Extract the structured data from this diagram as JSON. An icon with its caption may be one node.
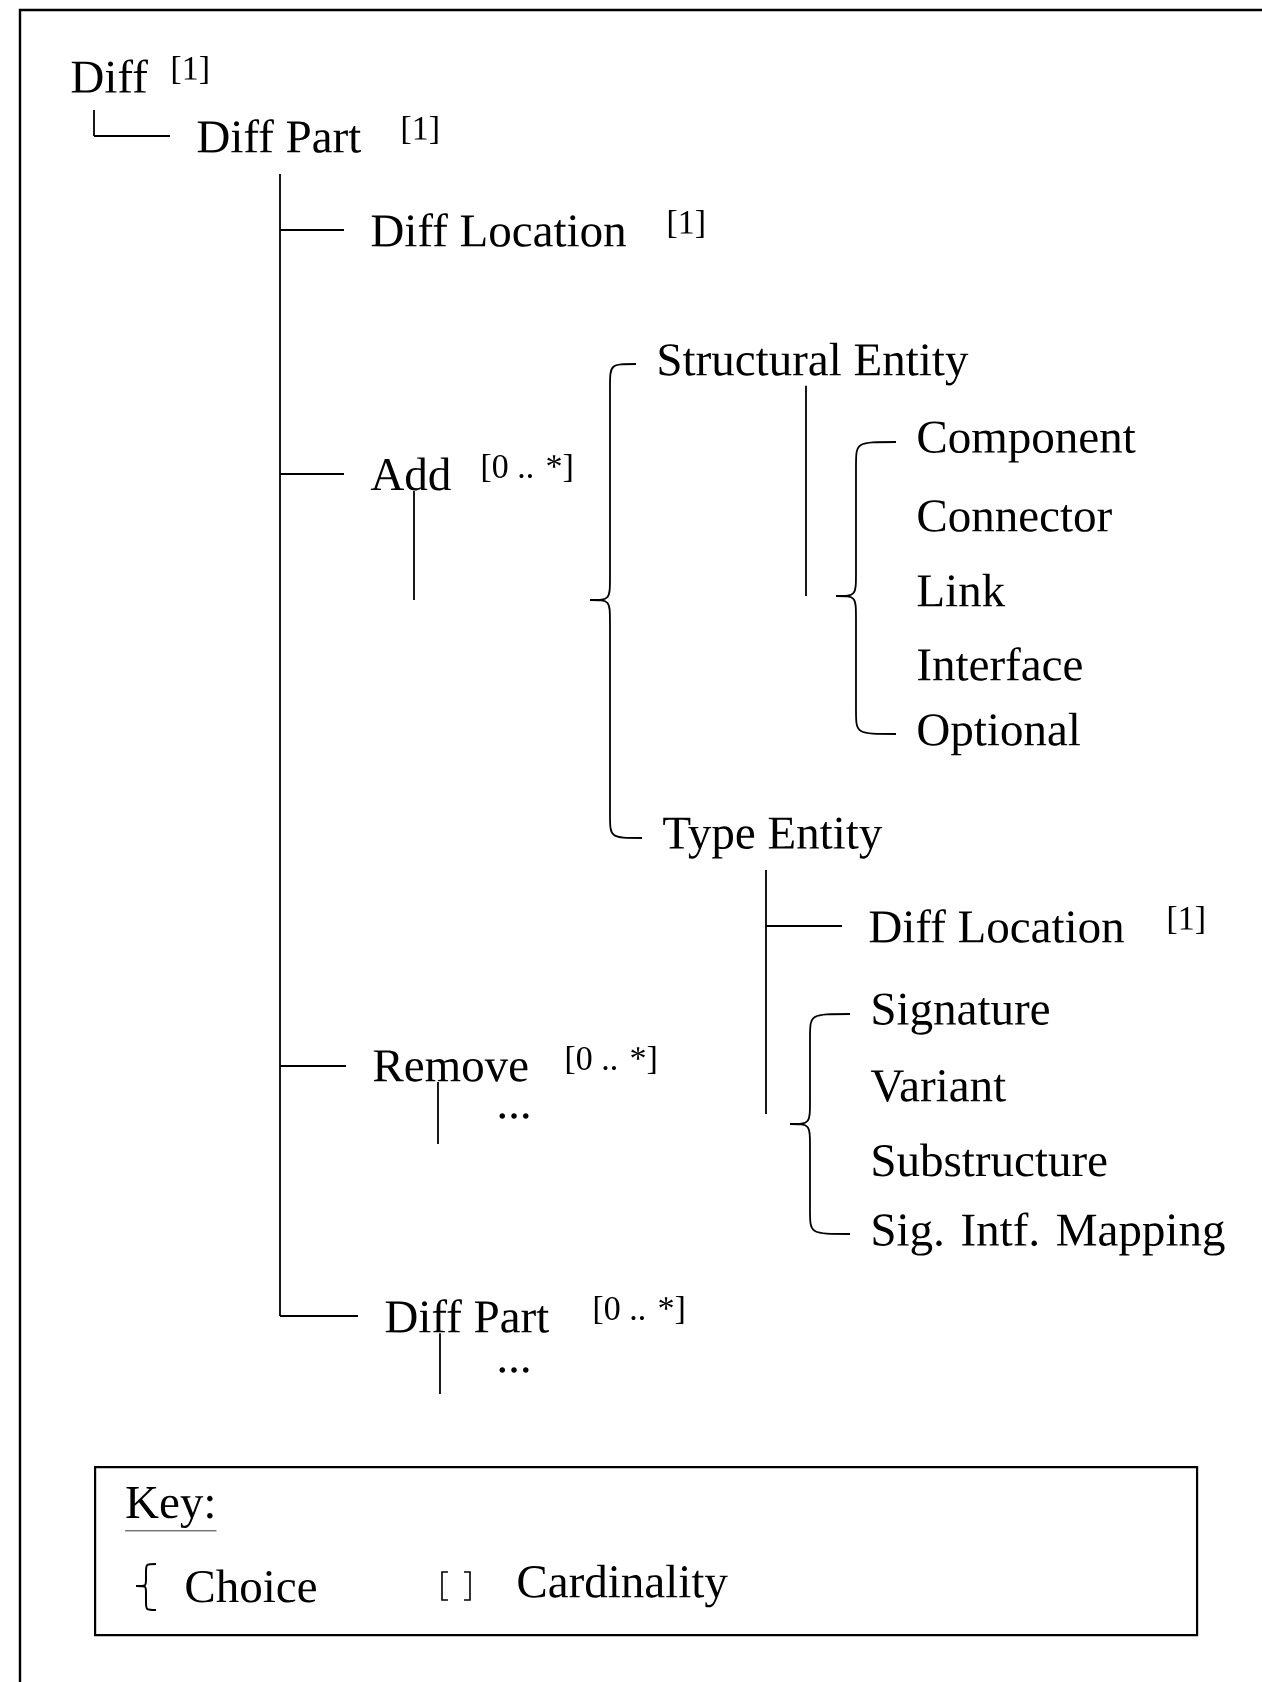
{
  "diagram": {
    "nodes": [
      {
        "text": [
          "Diff"
        ],
        "beside": [
          "[1]"
        ]
      },
      {
        "text": [
          "Diff Part"
        ],
        "beside": [
          "[1]"
        ]
      },
      {
        "text": [
          "Diff Location"
        ],
        "beside": [
          "[1]"
        ]
      },
      {
        "text": [
          "Add"
        ],
        "beside": [
          "[0 .. *]"
        ]
      },
      {
        "text": [
          "Structural Entity"
        ]
      },
      {
        "text": [
          "Component"
        ]
      },
      {
        "text": [
          "Connector"
        ]
      },
      {
        "text": [
          "Link"
        ]
      },
      {
        "text": [
          "Interface"
        ]
      },
      {
        "text": [
          "Optional"
        ]
      },
      {
        "text": [
          "Type Entity"
        ]
      },
      {
        "text": [
          "Diff Location"
        ],
        "beside": [
          "[1]"
        ]
      },
      {
        "text": [
          "Signature"
        ]
      },
      {
        "text": [
          "Variant"
        ]
      },
      {
        "text": [
          "Substructure"
        ]
      },
      {
        "text": [
          "Sig. Intf. Mapping"
        ]
      },
      {
        "text": [
          "Remove"
        ],
        "beside": [
          "[0 .. *]"
        ]
      },
      {
        "text": [
          "Diff Part"
        ],
        "beside": [
          "[0 .. *]"
        ]
      },
      {
        "text": [
          "Key:"
        ]
      }
    ],
    "edges": [
      {
        "from": 0,
        "to": 1,
        "arrow": "none"
      },
      {
        "from": 1,
        "to": 2,
        "arrow": "none"
      },
      {
        "from": 1,
        "to": 3,
        "arrow": "none"
      },
      {
        "from": 1,
        "to": 16,
        "arrow": "none"
      },
      {
        "from": 1,
        "to": 17,
        "arrow": "none"
      },
      {
        "from": 3,
        "to": null,
        "arrow": "none"
      },
      {
        "from": 4,
        "to": null,
        "arrow": "none"
      },
      {
        "from": 10,
        "to": 11,
        "arrow": "none"
      },
      {
        "from": 16,
        "to": null,
        "arrow": "none"
      },
      {
        "from": 17,
        "to": null,
        "arrow": "none"
      }
    ],
    "labels": [
      "...",
      "..."
    ],
    "legend": [
      {
        "text": "Choice"
      },
      {
        "text": "Cardinality"
      }
    ]
  }
}
